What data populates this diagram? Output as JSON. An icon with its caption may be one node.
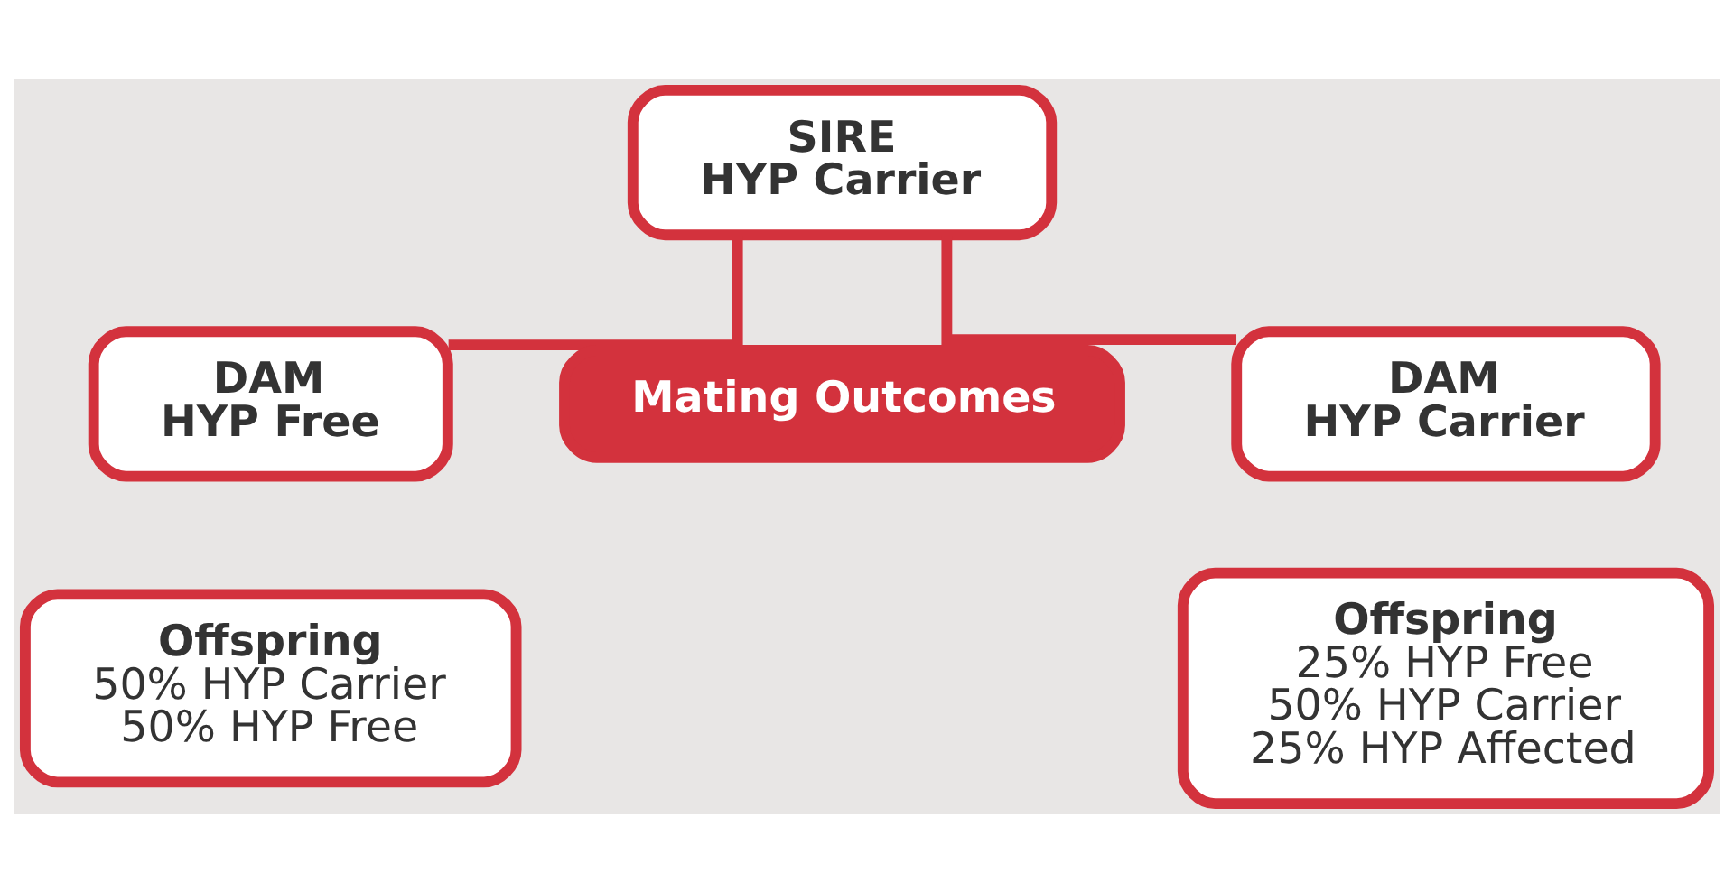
{
  "diagram": {
    "nodes": [
      {
        "text": [
          "SIRE",
          "HYP Carrier"
        ]
      },
      {
        "text": [
          "DAM",
          "HYP Free"
        ]
      },
      {
        "text": [
          "Mating Outcomes"
        ]
      },
      {
        "text": [
          "DAM",
          "HYP Carrier"
        ]
      },
      {
        "text": [
          "Offspring",
          "50% HYP Carrier",
          "50% HYP Free"
        ]
      },
      {
        "text": [
          "Offspring",
          "25% HYP Free",
          "50% HYP Carrier",
          "25% HYP Affected"
        ]
      }
    ],
    "edges": [
      {
        "from": 0,
        "to": 1,
        "arrow": "none"
      },
      {
        "from": 0,
        "to": 3,
        "arrow": "none"
      }
    ]
  }
}
